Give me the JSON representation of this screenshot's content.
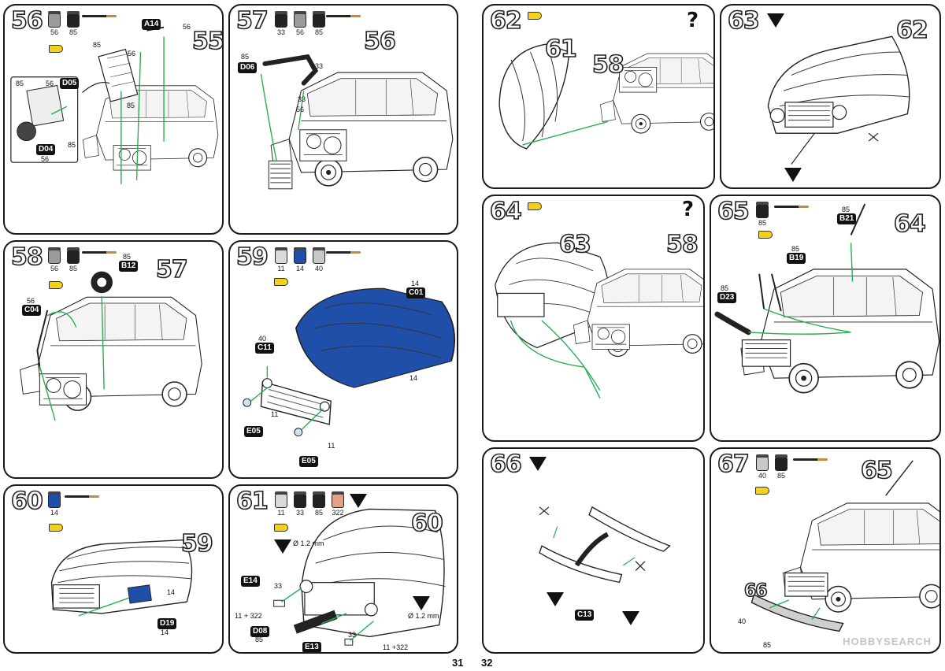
{
  "pages": {
    "left": "31",
    "right": "32"
  },
  "watermark": "HOBBYSEARCH",
  "colors": {
    "blue_part": "#1f4fa8",
    "glue": "#f2d21a",
    "guide": "#22b04a",
    "paint_14": "#1f4fa8",
    "paint_322": "#e3a089",
    "paint_33": "#222222",
    "paint_85": "#222222",
    "paint_56": "#9a9a9a",
    "paint_11": "#d9d9d9",
    "paint_40": "#c8c8c8"
  },
  "steps": [
    {
      "number": "56",
      "ref": "55",
      "paints": [
        "56",
        "85"
      ],
      "labels": {
        "a14": "A14",
        "p56a": "56",
        "p56b": "56",
        "p85a": "85",
        "p85b": "85",
        "p85c": "85",
        "p56c": "56",
        "p56d": "56",
        "d05": "D05",
        "d04": "D04",
        "p85d": "85",
        "p56e": "56"
      }
    },
    {
      "number": "57",
      "ref": "56",
      "paints": [
        "33",
        "56",
        "85"
      ],
      "labels": {
        "d06": "D06",
        "p85": "85",
        "p33": "33",
        "p33b": "33",
        "p56": "56"
      }
    },
    {
      "number": "58",
      "ref": "57",
      "paints": [
        "56",
        "85"
      ],
      "labels": {
        "b12": "B12",
        "p85": "85",
        "c04": "C04",
        "p56": "56"
      }
    },
    {
      "number": "59",
      "paints": [
        "11",
        "14",
        "40"
      ],
      "labels": {
        "c01": "C01",
        "p14": "14",
        "c11": "C11",
        "p40": "40",
        "e05a": "E05",
        "e05b": "E05",
        "p11a": "11",
        "p11b": "11",
        "p14b": "14"
      }
    },
    {
      "number": "60",
      "ref": "59",
      "paints": [
        "14"
      ],
      "labels": {
        "d19": "D19",
        "p14a": "14",
        "p14b": "14"
      }
    },
    {
      "number": "61",
      "ref": "60",
      "paints": [
        "11",
        "33",
        "85",
        "322"
      ],
      "labels": {
        "e14": "E14",
        "p33a": "33",
        "mix1": "11 + 322",
        "d08": "D08",
        "p85": "85",
        "e13": "E13",
        "p33b": "33",
        "mix2": "11 +322",
        "dia1": "Ø 1.2 mm",
        "dia2": "Ø 1.2 mm"
      }
    },
    {
      "number": "62",
      "refs": [
        "61",
        "58"
      ],
      "q": "?"
    },
    {
      "number": "63",
      "ref": "62"
    },
    {
      "number": "64",
      "refs": [
        "63",
        "58"
      ],
      "q": "?"
    },
    {
      "number": "65",
      "ref": "64",
      "paints": [
        "85"
      ],
      "labels": {
        "b21": "B21",
        "p85a": "85",
        "b19": "B19",
        "p85b": "85",
        "d23": "D23",
        "p85c": "85"
      }
    },
    {
      "number": "66",
      "labels": {
        "c13": "C13"
      }
    },
    {
      "number": "67",
      "ref": "65",
      "paints": [
        "40",
        "85"
      ],
      "labels": {
        "p40": "40",
        "p85": "85"
      }
    }
  ]
}
